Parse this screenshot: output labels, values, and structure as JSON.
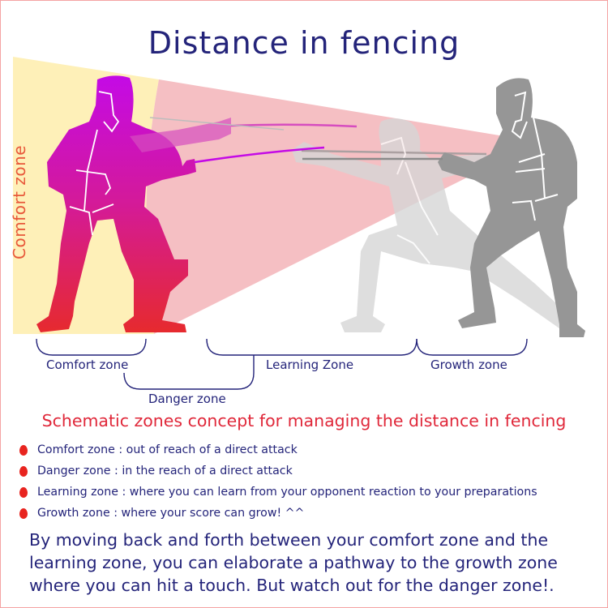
{
  "title": "Distance in fencing",
  "colors": {
    "title": "#24247a",
    "subtitle": "#e0283a",
    "bullet": "#e8241f",
    "border": "#f4a3a3",
    "comfort_zone_fill": "#fef0b8",
    "reach_wedge_fill": "#f5bfc3",
    "left_fencer_top": "#c40ae6",
    "left_fencer_bottom": "#e62a2e",
    "right_fencer": "#969696",
    "ghost_fencer": "#d6d6d6",
    "vertical_label": "#e8583a"
  },
  "diagram": {
    "vertical_label": "Comfort zone",
    "braces": [
      {
        "label": "Comfort zone"
      },
      {
        "label": "Danger zone"
      },
      {
        "label": "Learning Zone"
      },
      {
        "label": "Growth zone"
      }
    ],
    "figures": [
      {
        "name": "attacker-fencer",
        "description": "Magenta-to-red fencer in guard on the left"
      },
      {
        "name": "lunging-ghost-fencer",
        "description": "Translucent gray fencer lunging in the middle"
      },
      {
        "name": "opponent-fencer",
        "description": "Gray fencer in guard on the right"
      }
    ]
  },
  "subtitle": "Schematic zones concept for managing the distance in fencing",
  "bullets": [
    {
      "text": "Comfort zone : out of reach of a direct attack"
    },
    {
      "text": "Danger zone : in the reach of a direct attack"
    },
    {
      "text": "Learning zone : where you can learn from your opponent reaction to your preparations"
    },
    {
      "text": "Growth zone : where your score can grow! ^^"
    }
  ],
  "summary": {
    "lines": [
      "By moving back and forth between your comfort zone and the",
      "learning zone, you can elaborate a pathway to the growth zone",
      "where you can hit a touch. But watch out for the danger zone!."
    ]
  }
}
